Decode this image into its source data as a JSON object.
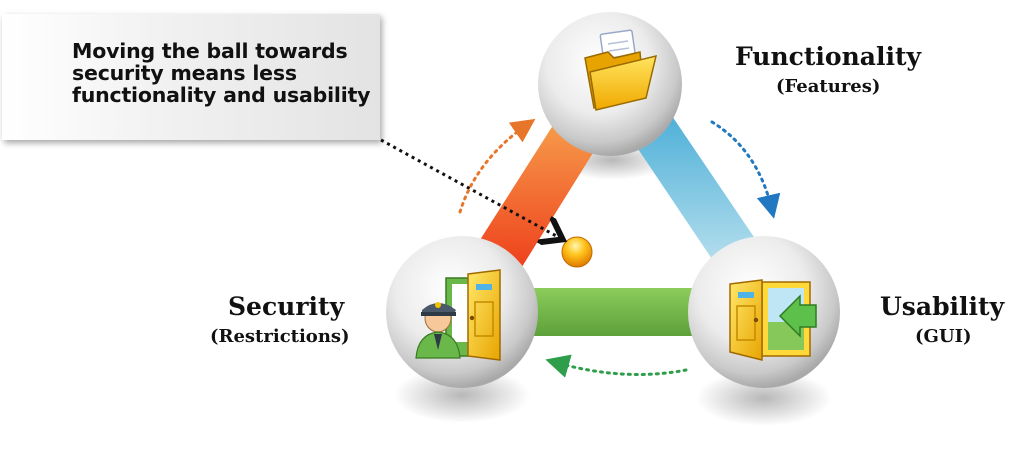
{
  "callout": {
    "text": "Moving the ball towards\nsecurity means less\nfunctionality and usability"
  },
  "nodes": {
    "functionality": {
      "title": "Functionality",
      "subtitle": "(Features)",
      "icon": "folder-documents-icon"
    },
    "security": {
      "title": "Security",
      "subtitle": "(Restrictions)",
      "icon": "security-guard-door-icon"
    },
    "usability": {
      "title": "Usability",
      "subtitle": "(GUI)",
      "icon": "door-green-arrow-icon"
    }
  },
  "colors": {
    "security_bar": "#f04a1c",
    "security_bar_end": "#f7a24b",
    "functionality_bar": "#5fb7d8",
    "usability_bar": "#78b84e",
    "ball": "#f5a800",
    "orange_arrow": "#e8762a",
    "blue_arrow": "#1f78c1",
    "green_arrow": "#2e9e4a"
  }
}
